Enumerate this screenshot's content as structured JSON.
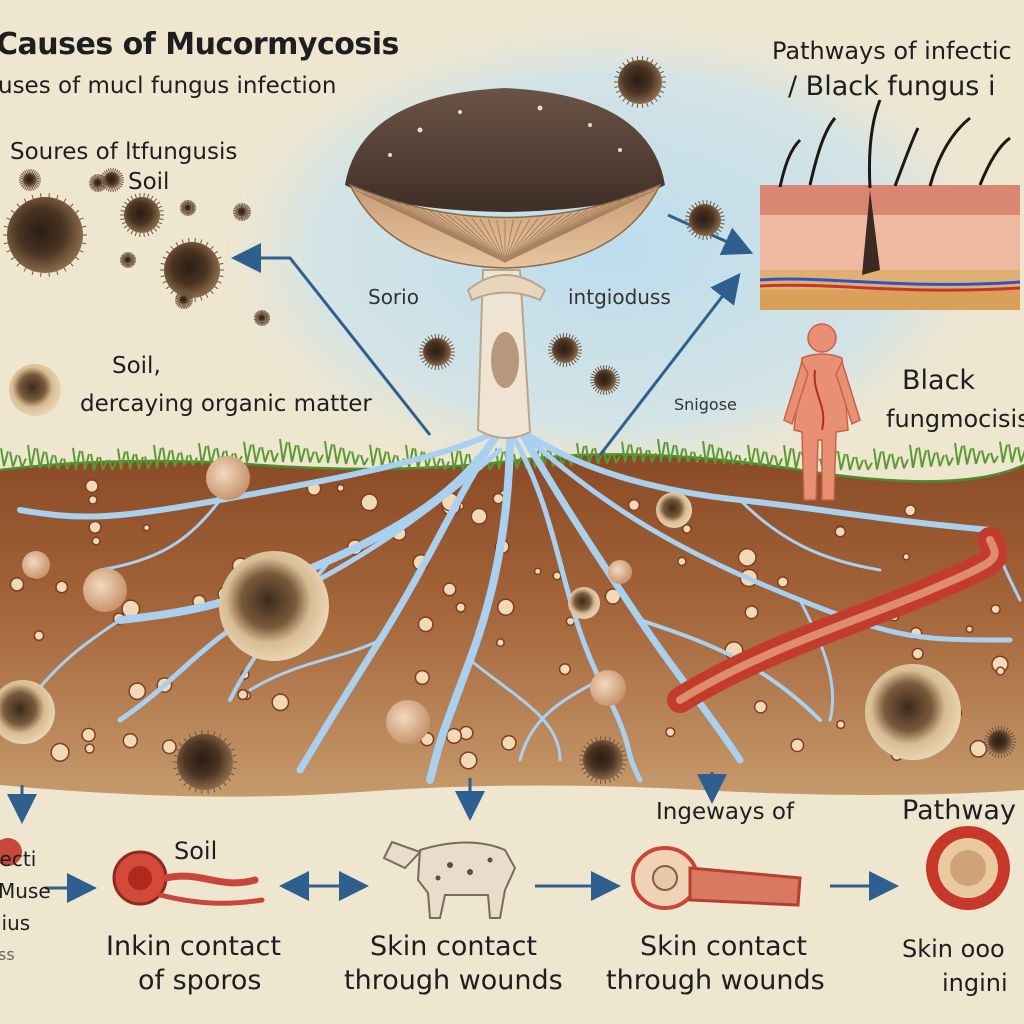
{
  "title": "Causes of Mucormycosis",
  "subtitle": "uses of mucl fungus infection",
  "top_right": {
    "line1": "Pathways of infectic",
    "line2": "/ Black fungus i"
  },
  "labels": {
    "sources": "Soures of ltfungusis",
    "soil_top": "Soil",
    "soil_decaying_1": "Soil,",
    "soil_decaying_2": "dercaying organic matter",
    "sorio": "Sorio",
    "ingioduss": "intgioduss",
    "snigose": "Snigose",
    "black_fung_1": "Black",
    "black_fung_2": "fungmocisis",
    "left_edge": [
      "lecti",
      "Muse",
      "lius",
      "ss"
    ]
  },
  "bottom": {
    "soil": "Soil",
    "ingeways": "Ingeways of",
    "pathway": "Pathway",
    "c1": [
      "Inkin contact",
      "of sporos"
    ],
    "c2": [
      "Skin contact",
      "through wounds"
    ],
    "c3": [
      "Skin contact",
      "through wounds"
    ],
    "c4": [
      "Skin ooo",
      "ingini"
    ]
  },
  "colors": {
    "background": "#efe6cf",
    "halo": "#b9dcef",
    "soil": "#9a5a32",
    "mycelium": "#a9d0ee",
    "arrow": "#2f5f8f",
    "text": "#1e1e22"
  }
}
